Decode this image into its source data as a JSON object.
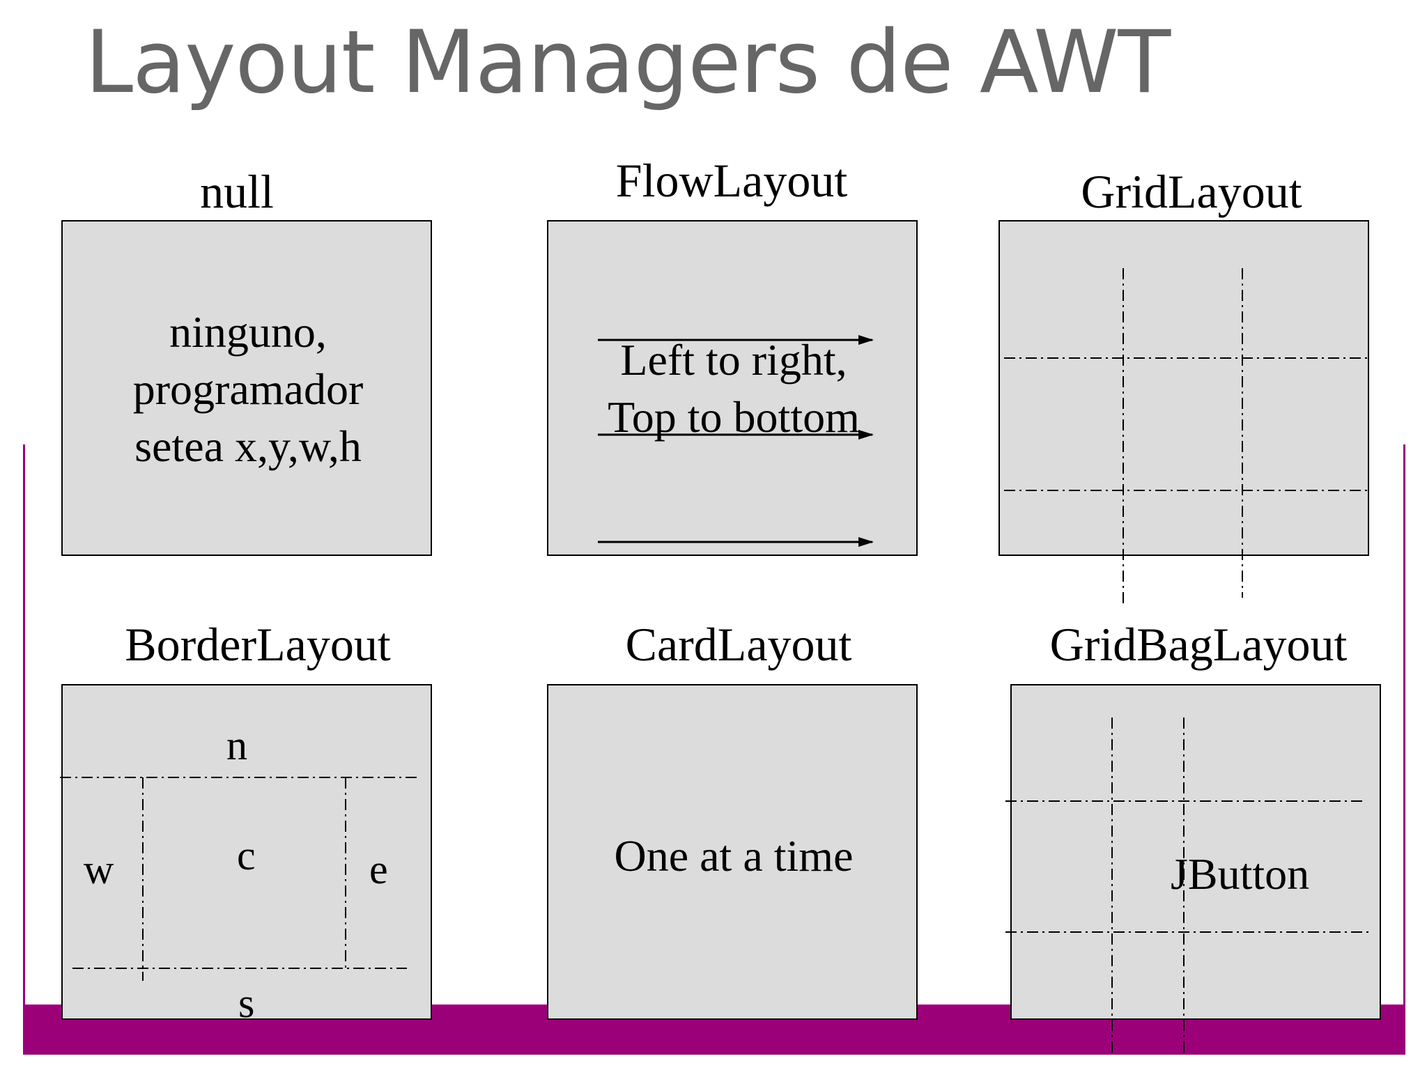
{
  "title": "Layout Managers de AWT",
  "colors": {
    "accent": "#9b0078",
    "panel_fill": "#dcdcdc",
    "title_color": "#666666"
  },
  "panels": {
    "null": {
      "title": "null",
      "lines": [
        "ninguno,",
        "programador",
        "setea x,y,w,h"
      ]
    },
    "flow": {
      "title": "FlowLayout",
      "lines": [
        "Left to right,",
        "Top to bottom"
      ]
    },
    "grid": {
      "title": "GridLayout"
    },
    "border": {
      "title": "BorderLayout",
      "north": "n",
      "west": "w",
      "center": "c",
      "east": "e",
      "south": "s"
    },
    "card": {
      "title": "CardLayout",
      "text": "One at a time"
    },
    "gridbag": {
      "title": "GridBagLayout",
      "text": "JButton"
    }
  }
}
